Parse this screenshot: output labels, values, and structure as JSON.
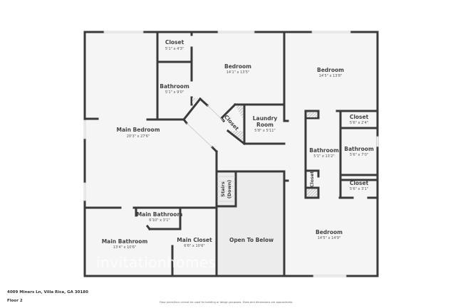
{
  "rooms": [
    {
      "id": "closet-top",
      "name": "Closet",
      "dim": "5'1\" x 4'3\""
    },
    {
      "id": "bathroom-left",
      "name": "Bathroom",
      "dim": "5'1\" x 9'0\""
    },
    {
      "id": "bedroom-top-center",
      "name": "Bedroom",
      "dim": "14'1\" x 13'5\""
    },
    {
      "id": "bedroom-top-right",
      "name": "Bedroom",
      "dim": "14'5\" x 13'8\""
    },
    {
      "id": "main-bedroom",
      "name": "Main Bedroom",
      "dim": "20'3\" x 27'6\""
    },
    {
      "id": "closet-diagonal",
      "name": "Closet",
      "dim": ""
    },
    {
      "id": "laundry",
      "name": "Laundry Room",
      "name_line1": "Laundry",
      "name_line2": "Room",
      "dim": "5'8\" x 5'11\""
    },
    {
      "id": "closet-right-top",
      "name": "Closet",
      "dim": "5'6\" x 2'4\""
    },
    {
      "id": "bathroom-center-right",
      "name": "Bathroom",
      "dim": "5'1\" x 13'2\""
    },
    {
      "id": "bathroom-right",
      "name": "Bathroom",
      "dim": "5'6\" x 7'0\""
    },
    {
      "id": "closet-vertical",
      "name": "Closet",
      "dim": ""
    },
    {
      "id": "closet-right-bottom",
      "name": "Closet",
      "dim": "5'6\" x 3'1\""
    },
    {
      "id": "stairs",
      "name": "Stairs (Down)",
      "name_line1": "Stairs",
      "name_line2": "(Down)",
      "dim": ""
    },
    {
      "id": "main-bathroom-small",
      "name": "Main Bathroom",
      "dim": "6'10\" x 3'1\""
    },
    {
      "id": "main-bathroom",
      "name": "Main Bathroom",
      "dim": "13'4\" x 10'6\""
    },
    {
      "id": "main-closet",
      "name": "Main Closet",
      "dim": "6'6\" x 10'6\""
    },
    {
      "id": "open-to-below",
      "name": "Open To Below",
      "dim": ""
    },
    {
      "id": "bedroom-bottom-right",
      "name": "Bedroom",
      "dim": "14'5\" x 14'9\""
    }
  ],
  "footer": {
    "address": "4009 Miners Ln, Villa Rica, GA 30180",
    "floor": "Floor 2",
    "disclaimer": "Floor plans/tour cannot be used for building or design purposes. Sizes and dimensions are approximate."
  },
  "watermark": "invitationhomes",
  "colors": {
    "wall": "#3a3a3a",
    "floor": "#f5f5f5",
    "open_below": "#ebebeb",
    "window": "#d8d8d8",
    "hatch": "#999999"
  }
}
